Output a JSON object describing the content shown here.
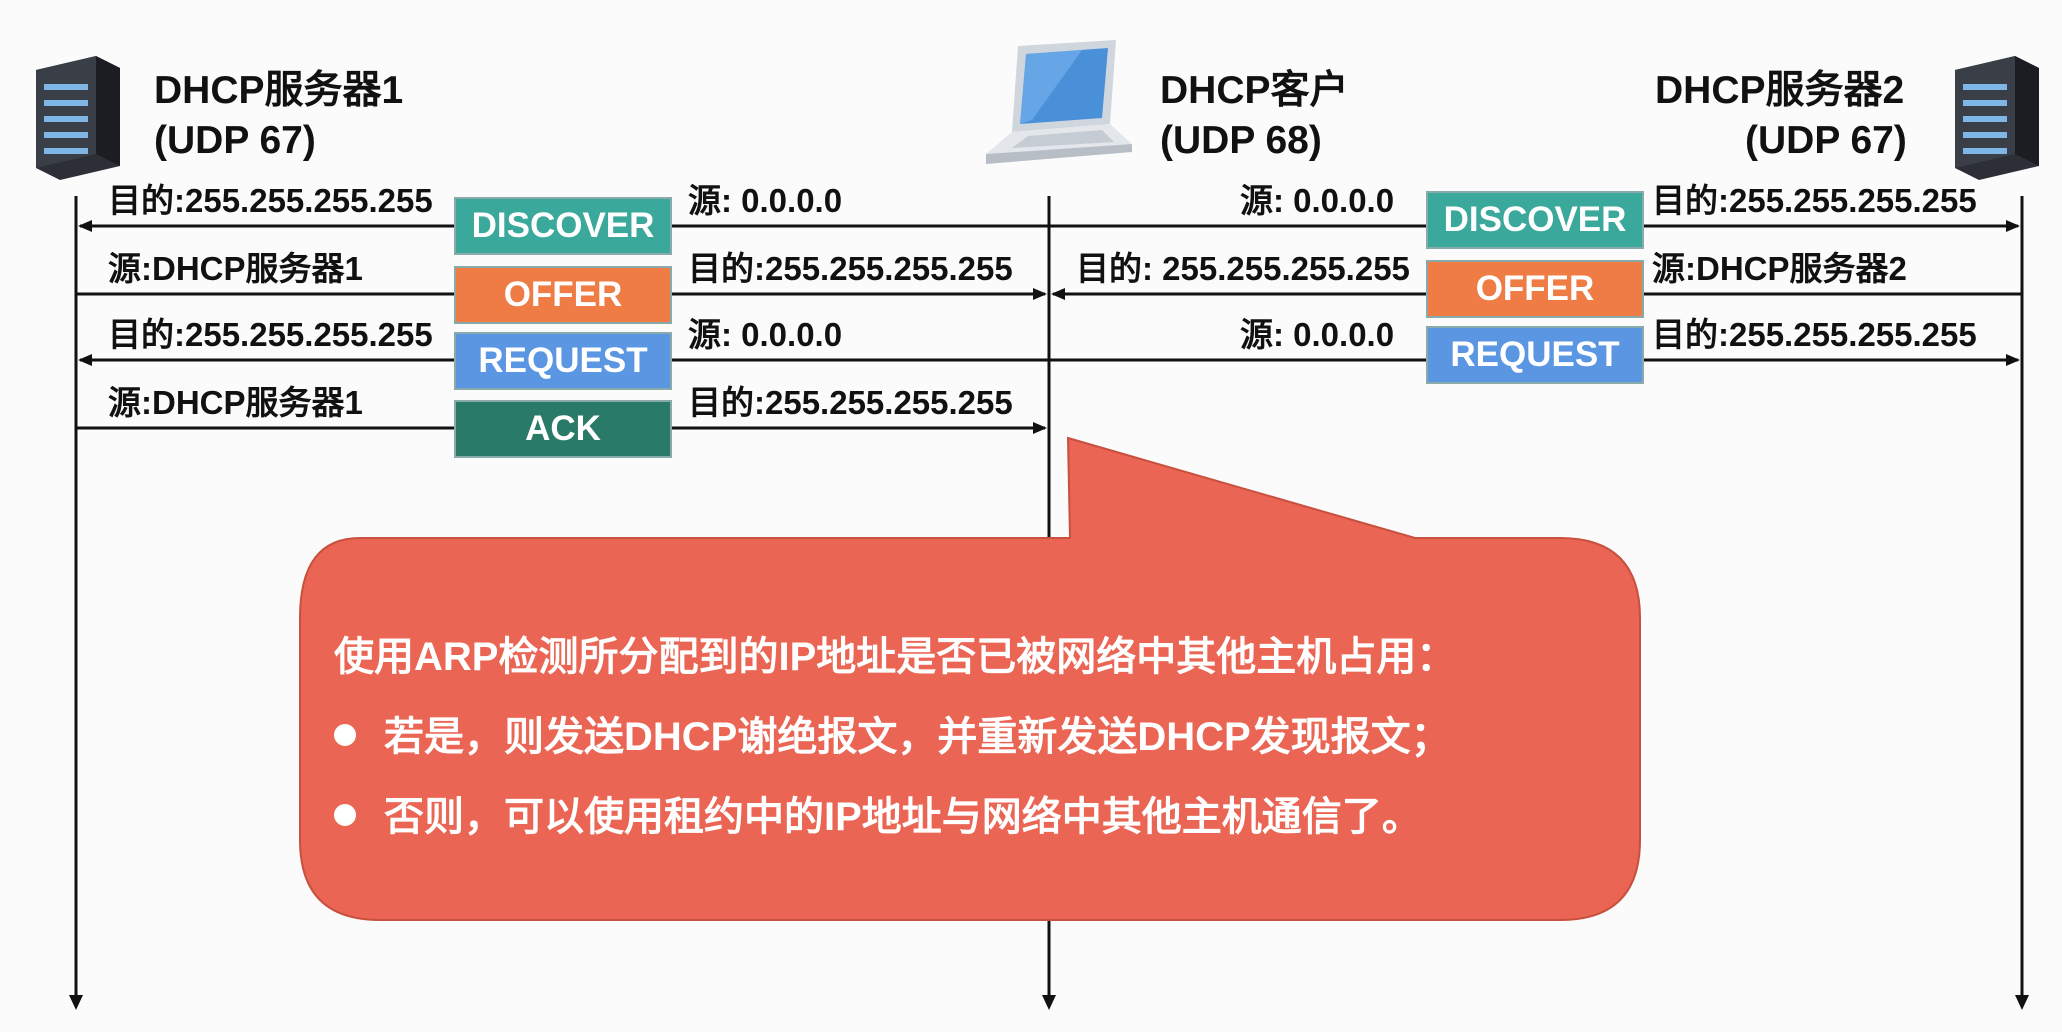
{
  "nodes": {
    "server1": {
      "name": "DHCP服务器1",
      "port": "(UDP 67)"
    },
    "client": {
      "name": "DHCP客户",
      "port": "(UDP 68)"
    },
    "server2": {
      "name": "DHCP服务器2",
      "port": "(UDP 67)"
    }
  },
  "left_exchange": {
    "discover": {
      "box": "DISCOVER",
      "label_left": "目的:255.255.255.255",
      "label_right": "源: 0.0.0.0"
    },
    "offer": {
      "box": "OFFER",
      "label_left": "源:DHCP服务器1",
      "label_right": "目的:255.255.255.255"
    },
    "request": {
      "box": "REQUEST",
      "label_left": "目的:255.255.255.255",
      "label_right": "源: 0.0.0.0"
    },
    "ack": {
      "box": "ACK",
      "label_left": "源:DHCP服务器1",
      "label_right": "目的:255.255.255.255"
    }
  },
  "right_exchange": {
    "discover": {
      "box": "DISCOVER",
      "label_left": "源: 0.0.0.0",
      "label_right": "目的:255.255.255.255"
    },
    "offer": {
      "box": "OFFER",
      "label_left": "目的: 255.255.255.255",
      "label_right": "源:DHCP服务器2"
    },
    "request": {
      "box": "REQUEST",
      "label_left": "源: 0.0.0.0",
      "label_right": "目的:255.255.255.255"
    }
  },
  "callout": {
    "heading": "使用ARP检测所分配到的IP地址是否已被网络中其他主机占用：",
    "bullets": [
      "若是，则发送DHCP谢绝报文，并重新发送DHCP发现报文；",
      "否则，可以使用租约中的IP地址与网络中其他主机通信了。"
    ]
  },
  "colors": {
    "discover": "#3aa89a",
    "offer": "#ef7c45",
    "request": "#5b96e3",
    "ack": "#2a7a68",
    "callout": "#ea6553"
  }
}
